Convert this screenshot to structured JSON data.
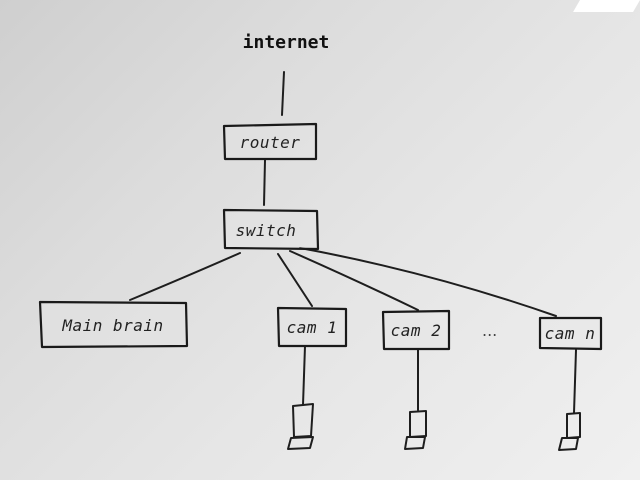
{
  "diagram": {
    "internet_label": "internet",
    "router_label": "router",
    "switch_label": "switch",
    "main_brain_label": "Main brain",
    "cam1_label": "cam 1",
    "cam2_label": "cam 2",
    "camn_label": "cam n",
    "ellipsis": "..."
  }
}
